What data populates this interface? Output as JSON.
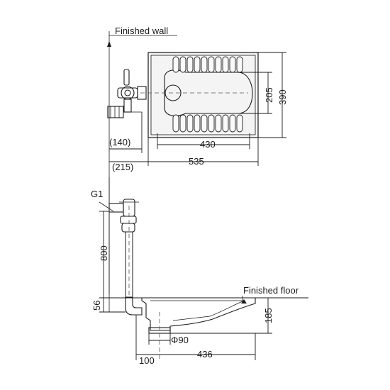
{
  "labels": {
    "finished_wall": "Finished wall",
    "finished_floor": "Finished floor",
    "pipe_size": "G1",
    "outlet_diameter": "Φ90"
  },
  "dimensions": {
    "plan_width": "535",
    "plan_depth": "390",
    "pan_length": "430",
    "pan_width": "205",
    "wall_offset_140": "(140)",
    "wall_offset_215": "(215)",
    "valve_height": "800",
    "pipe_height": "56",
    "pan_depth": "185",
    "outlet_offset": "100",
    "outlet_distance": "436"
  },
  "colors": {
    "line": "#1a1a1a",
    "fill_light": "#f2f2f2",
    "background": "#ffffff"
  }
}
